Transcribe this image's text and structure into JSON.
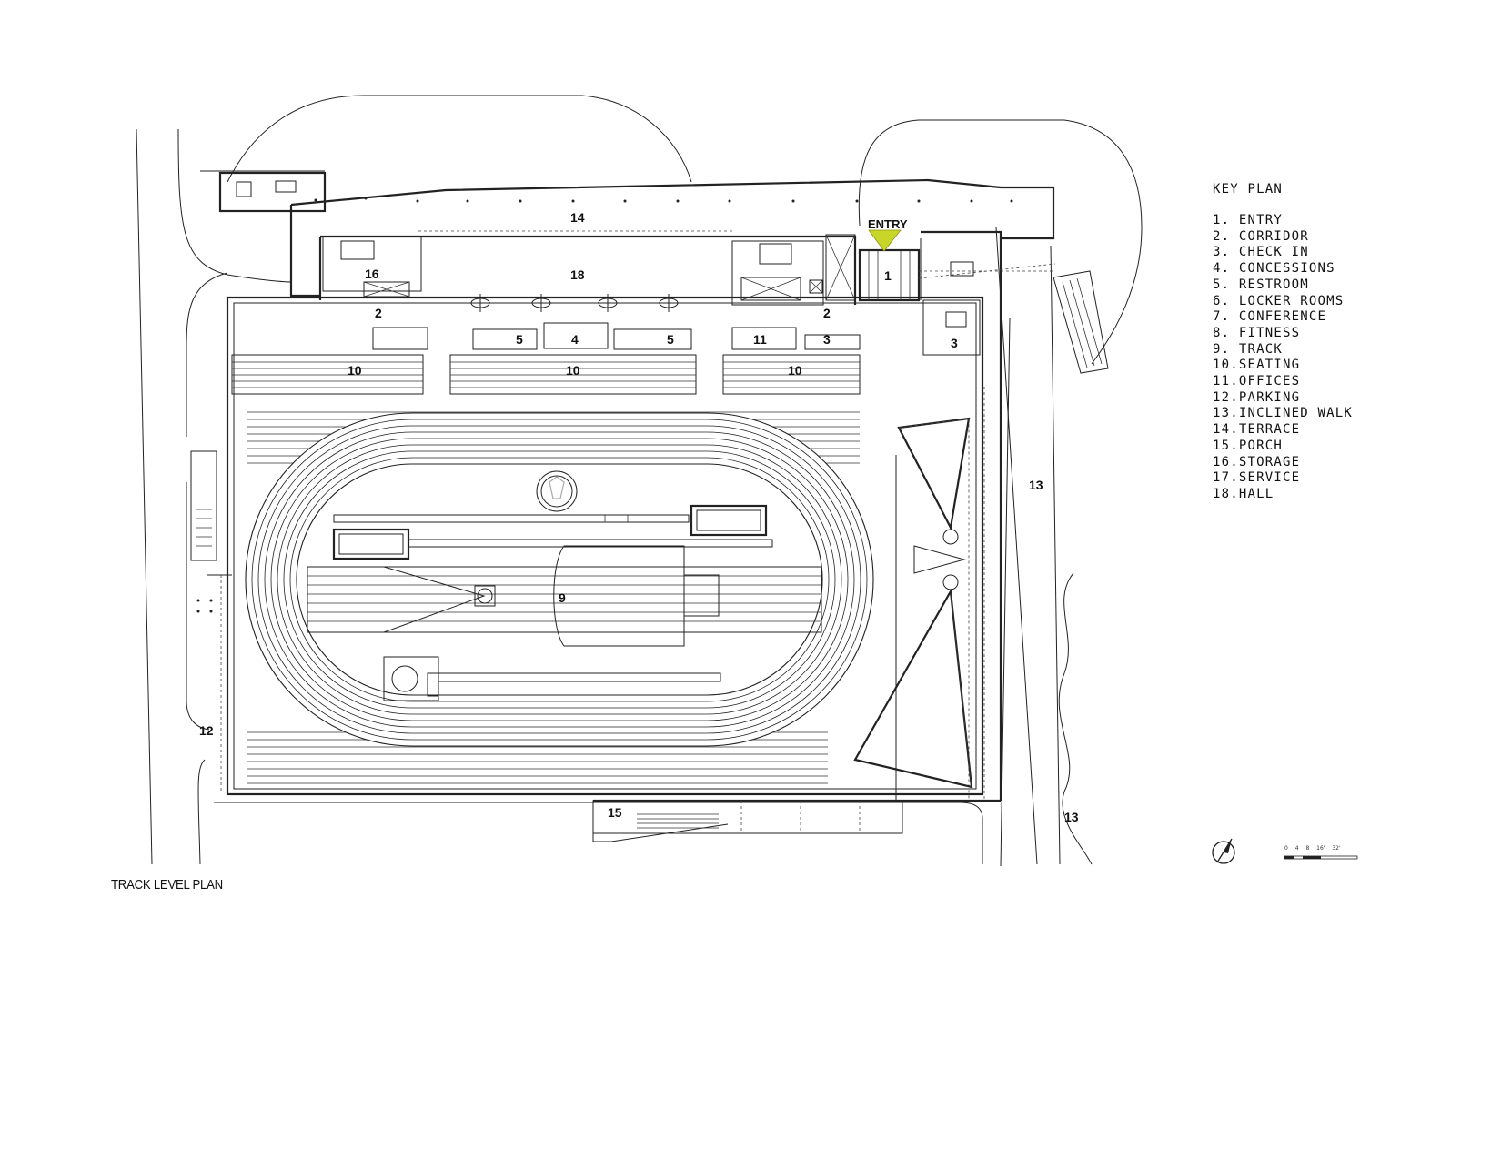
{
  "plan": {
    "title": "TRACK LEVEL PLAN",
    "entry_label": "ENTRY",
    "entry_marker_color": "#c8d62a",
    "room_labels": {
      "r14": "14",
      "r18": "18",
      "r16": "16",
      "r2a": "2",
      "r2b": "2",
      "r1": "1",
      "r3a": "3",
      "r3b": "3",
      "r5a": "5",
      "r5b": "5",
      "r4": "4",
      "r11": "11",
      "r10a": "10",
      "r10b": "10",
      "r10c": "10",
      "r9": "9",
      "r13a": "13",
      "r13b": "13",
      "r12": "12",
      "r15": "15"
    },
    "scale_text": "0 4 8 16' 32'"
  },
  "key": {
    "title": "KEY PLAN",
    "items": [
      "1. ENTRY",
      "2. CORRIDOR",
      "3. CHECK IN",
      "4. CONCESSIONS",
      "5. RESTROOM",
      "6. LOCKER ROOMS",
      "7. CONFERENCE",
      "8. FITNESS",
      "9. TRACK",
      "10.SEATING",
      "11.OFFICES",
      "12.PARKING",
      "13.INCLINED WALK",
      "14.TERRACE",
      "15.PORCH",
      "16.STORAGE",
      "17.SERVICE",
      "18.HALL"
    ]
  }
}
